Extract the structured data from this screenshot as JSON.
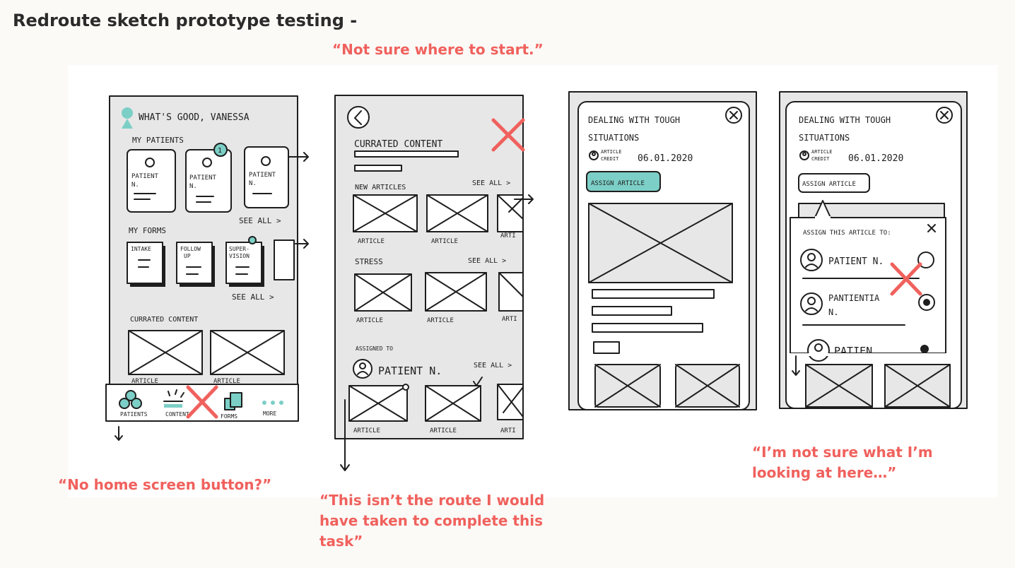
{
  "page": {
    "title": "Redroute sketch prototype testing -",
    "accent_color": "#f0615d",
    "teal_color": "#7ccfc6"
  },
  "quotes": {
    "q1": "“Not sure where to start.”",
    "q2": "“No home screen button?”",
    "q3": "“This isn’t the route I would have taken to complete this task”",
    "q4": "“I’m not sure what I’m looking at here…”"
  },
  "screen1": {
    "greeting": "WHAT'S GOOD, VANESSA",
    "my_patients": "MY PATIENTS",
    "patient_line1": "PATIENT",
    "patient_line2": "N.",
    "badge_count": "1",
    "see_all": "SEE ALL >",
    "my_forms": "MY FORMS",
    "form1": "INTAKE",
    "form2a": "FOLLOW",
    "form2b": "UP",
    "form3a": "SUPER-",
    "form3b": "VISION",
    "curated": "CURRATED CONTENT",
    "article": "ARTICLE",
    "nav_patients": "PATIENTS",
    "nav_content": "CONTENT",
    "nav_forms": "FORMS",
    "nav_more": "MORE"
  },
  "screen2": {
    "title": "CURRATED CONTENT",
    "new_articles": "NEW ARTICLES",
    "see_all": "SEE ALL >",
    "stress": "STRESS",
    "assigned_to": "ASSIGNED TO",
    "patient": "PATIENT N.",
    "article": "ARTICLE",
    "article_short": "ARTI"
  },
  "screen3": {
    "title_line1": "DEALING WITH TOUGH",
    "title_line2": "SITUATIONS",
    "credit_line1": "ARTICLE",
    "credit_line2": "CREDIT",
    "date": "06.01.2020",
    "assign_button": "ASSIGN ARTICLE"
  },
  "screen4": {
    "popup_title": "ASSIGN THIS ARTICLE TO:",
    "patient1": "PATIENT N.",
    "patient2_line1": "PANTIENTIA",
    "patient2_line2": "N.",
    "patient3": "PATIEN"
  }
}
